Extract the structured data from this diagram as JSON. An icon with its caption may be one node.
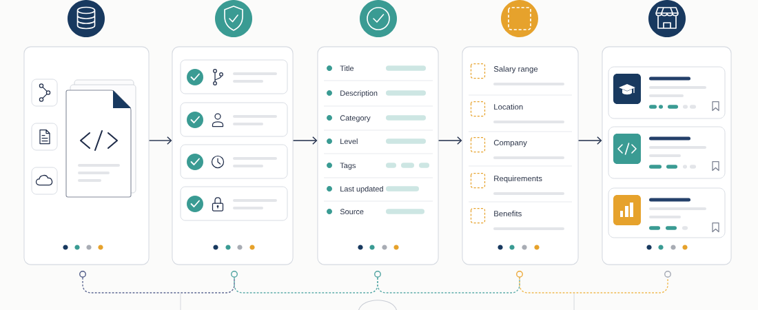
{
  "diagram": {
    "nodes": [
      {
        "text": [],
        "shape": "box"
      },
      {
        "text": [],
        "shape": "box"
      },
      {
        "text": [
          "Title",
          "Description",
          "Category",
          "Level",
          "Tags",
          "Last updated",
          "Source"
        ]
      },
      {
        "text": [
          "Salary range",
          "Location",
          "Company",
          "Requirements",
          "Benefits"
        ]
      },
      {
        "text": [],
        "shape": "box"
      },
      {
        "text": [],
        "shape": "circle"
      },
      {
        "text": [],
        "shape": "circle"
      },
      {
        "text": [],
        "shape": "circle"
      },
      {
        "text": [],
        "shape": "circle"
      },
      {
        "text": [],
        "shape": "circle"
      }
    ],
    "edges": [
      {
        "from": 0,
        "to": 1,
        "arrow": "to"
      },
      {
        "from": 1,
        "to": 2,
        "arrow": "to"
      },
      {
        "from": 2,
        "to": 3,
        "arrow": "to"
      },
      {
        "from": 3,
        "to": 4,
        "arrow": "to"
      },
      {
        "from": 5,
        "to": 6,
        "arrow": "none",
        "style": "dashed",
        "color": "#5b6691"
      },
      {
        "from": 6,
        "to": 7,
        "arrow": "none",
        "style": "dashed",
        "color": "#5aaba8"
      },
      {
        "from": 7,
        "to": 8,
        "arrow": "none",
        "style": "dashed",
        "color": "#5aaba8"
      },
      {
        "from": 8,
        "to": 9,
        "arrow": "none",
        "style": "dashed",
        "color": "#f0b94f"
      }
    ]
  }
}
